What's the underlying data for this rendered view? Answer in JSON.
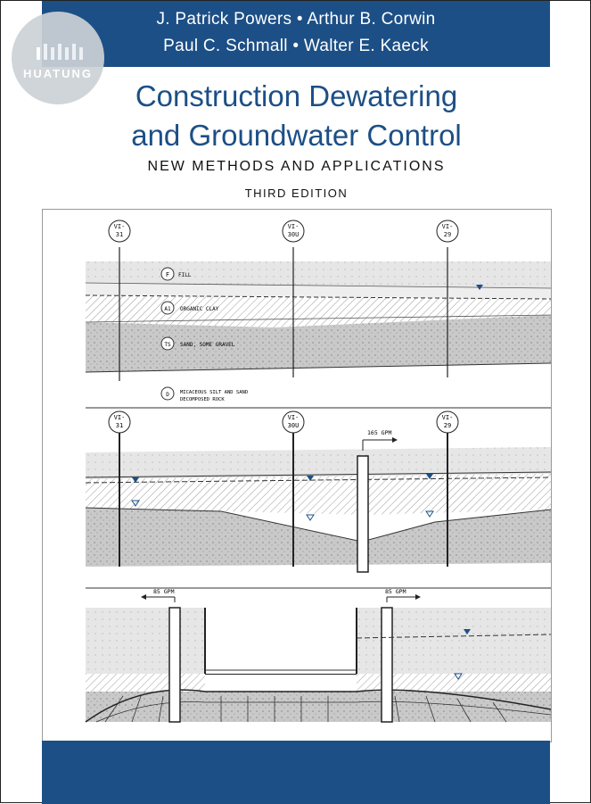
{
  "cover": {
    "authors_line1": "J. Patrick Powers • Arthur B. Corwin",
    "authors_line2": "Paul C. Schmall • Walter E. Kaeck",
    "title_line1": "Construction Dewatering",
    "title_line2": "and Groundwater Control",
    "subtitle": "NEW METHODS AND APPLICATIONS",
    "edition": "THIRD EDITION",
    "brand_color": "#1c4f86"
  },
  "watermark": {
    "text": "HUATUNG"
  },
  "figure": {
    "wells": {
      "w1": "VI-\n31",
      "w2": "VI-\n30U",
      "w3": "VI-\n29"
    },
    "section1": {
      "fill_tag": "F",
      "fill_label": "FILL",
      "clay_tag": "A1",
      "clay_label": "ORGANIC CLAY",
      "sand_tag": "TS",
      "sand_label": "SAND, SOME GRAVEL",
      "rock_tag": "D",
      "rock_label1": "MICACEOUS SILT AND SAND",
      "rock_label2": "DECOMPOSED ROCK"
    },
    "section2": {
      "pump_label": "165 GPM"
    },
    "section3": {
      "pump_left": "85 GPM",
      "pump_right": "85 GPM"
    }
  }
}
